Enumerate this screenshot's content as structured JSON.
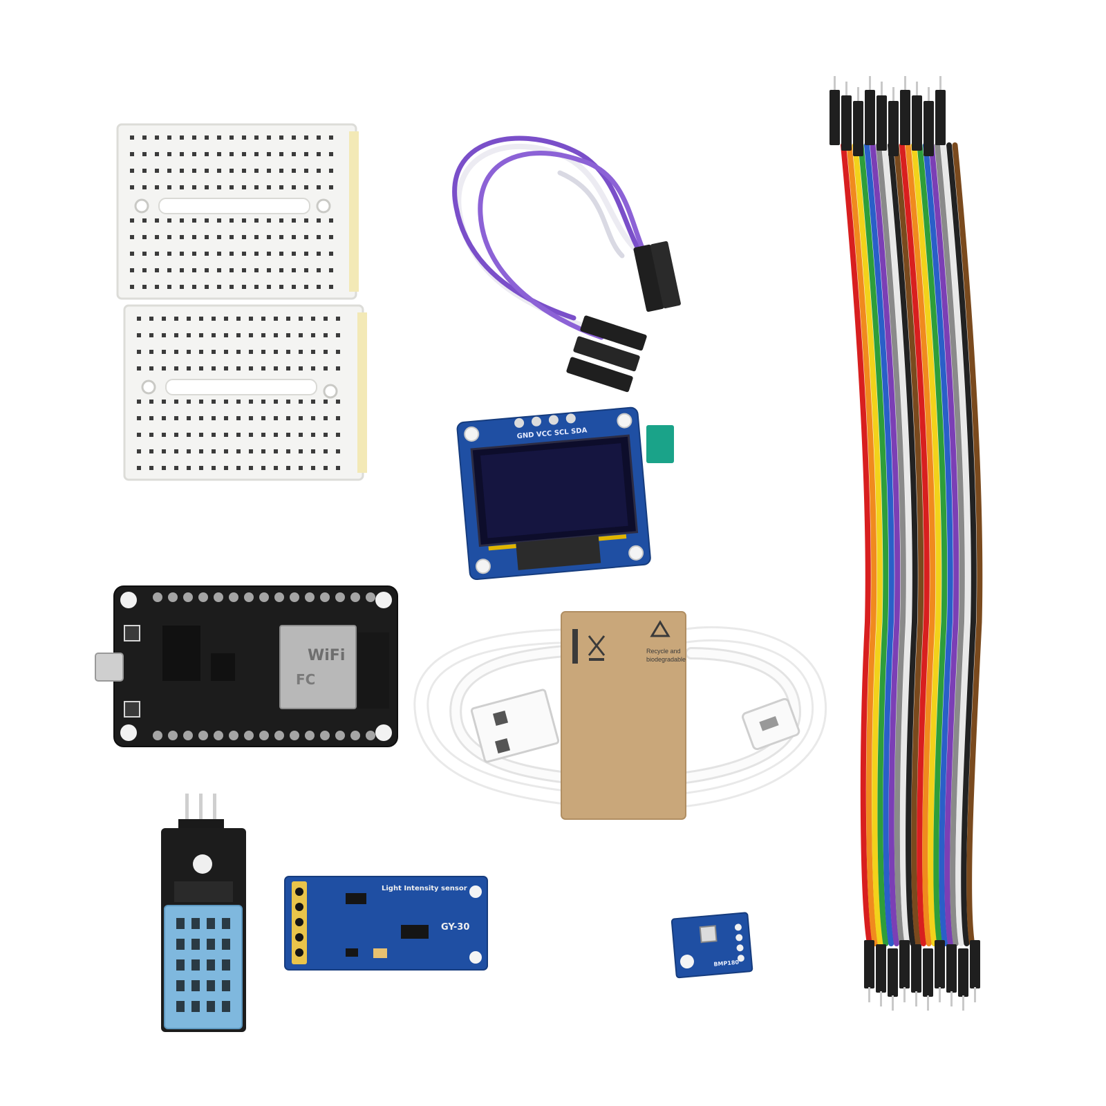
{
  "background": "#ffffff",
  "colors": {
    "breadboard": "#f4f4f2",
    "pcb_blue": "#1f4fa3",
    "pcb_black": "#1c1c1c",
    "wire_purple": "#7a4fc9",
    "kraft": "#c9a77a",
    "dht_blue": "#7fb8de"
  },
  "ribbon_colors": [
    "#d81f1f",
    "#f08a1e",
    "#f2d21b",
    "#2e9e3a",
    "#2a5fc8",
    "#7b3fb5",
    "#8a8a8a",
    "#e8e8e8",
    "#222222",
    "#7a4a1e",
    "#d81f1f",
    "#f08a1e",
    "#f2d21b",
    "#2e9e3a",
    "#2a5fc8",
    "#7b3fb5",
    "#8a8a8a",
    "#e8e8e8",
    "#222222",
    "#7a4a1e"
  ],
  "items": {
    "oled": {
      "pin_text": "GND VCC SCL SDA"
    },
    "light_sensor": {
      "title": "Light Intensity sensor",
      "model": "GY-30"
    },
    "nodemcu": {
      "module_text": "WiFi",
      "sub_text": "FC"
    },
    "usb_band": {
      "text1": "Recycle and",
      "text2": "biodegradable"
    },
    "pressure_sensor": {
      "model": "BMP180"
    }
  }
}
